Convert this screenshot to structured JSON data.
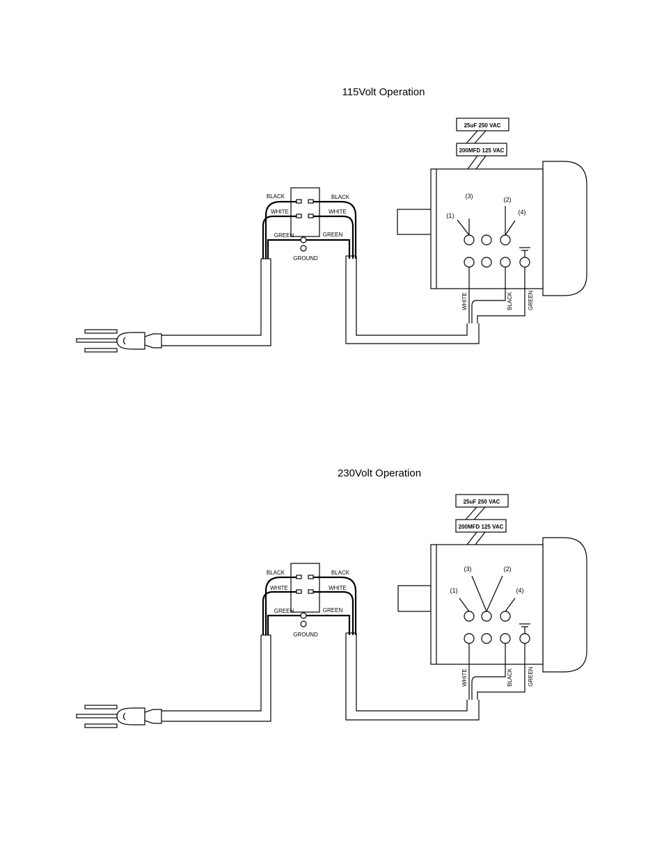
{
  "diagrams": [
    {
      "title": "115Volt Operation",
      "capacitor_top": "25uF 250 VAC",
      "capacitor_bottom": "200MFD 125 VAC",
      "switch_labels": {
        "black_left": "BLACK",
        "black_right": "BLACK",
        "white_left": "WHITE",
        "white_right": "WHITE",
        "green_left": "GREEN",
        "green_right": "GREEN",
        "ground": "GROUND"
      },
      "terminals": {
        "t1": "(1)",
        "t2": "(2)",
        "t3": "(3)",
        "t4": "(4)"
      },
      "motor_wires": {
        "white": "WHITE",
        "black": "BLACK",
        "green": "GREEN"
      }
    },
    {
      "title": "230Volt Operation",
      "capacitor_top": "25uF 250 VAC",
      "capacitor_bottom": "200MFD 125 VAC",
      "switch_labels": {
        "black_left": "BLACK",
        "black_right": "BLACK",
        "white_left": "WHITE",
        "white_right": "WHITE",
        "green_left": "GREEN",
        "green_right": "GREEN",
        "ground": "GROUND"
      },
      "terminals": {
        "t1": "(1)",
        "t2": "(2)",
        "t3": "(3)",
        "t4": "(4)"
      },
      "motor_wires": {
        "white": "WHITE",
        "black": "BLACK",
        "green": "GREEN"
      }
    }
  ]
}
